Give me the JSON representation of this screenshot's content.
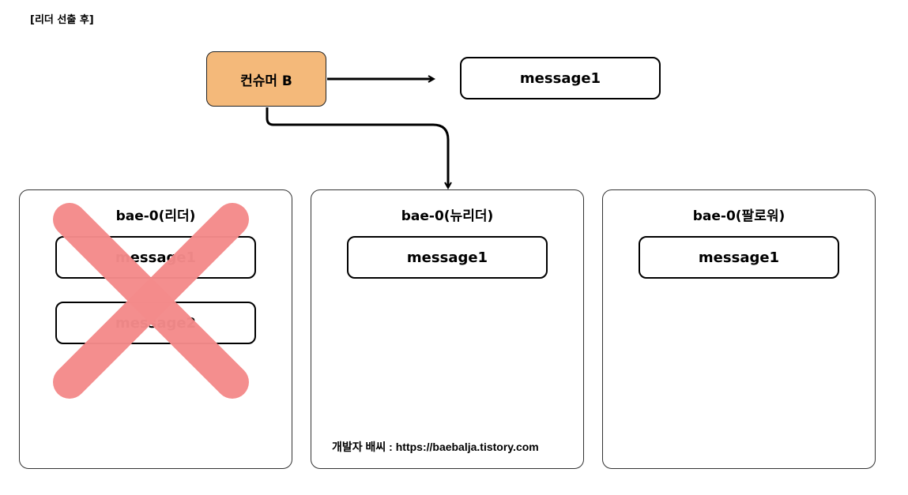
{
  "caption": "[리더 선출 후]",
  "consumer": {
    "label": "컨슈머 B",
    "color": "#f4b97a"
  },
  "consumer_message": "message1",
  "brokers": [
    {
      "title": "bae-0(리더)",
      "messages": [
        "message1",
        "message2"
      ],
      "failed": true
    },
    {
      "title": "bae-0(뉴리더)",
      "messages": [
        "message1"
      ]
    },
    {
      "title": "bae-0(팔로워)",
      "messages": [
        "message1"
      ]
    }
  ],
  "failure_mark_color": "#f48b8b",
  "watermark": "개발자 배씨 : https://baebalja.tistory.com"
}
